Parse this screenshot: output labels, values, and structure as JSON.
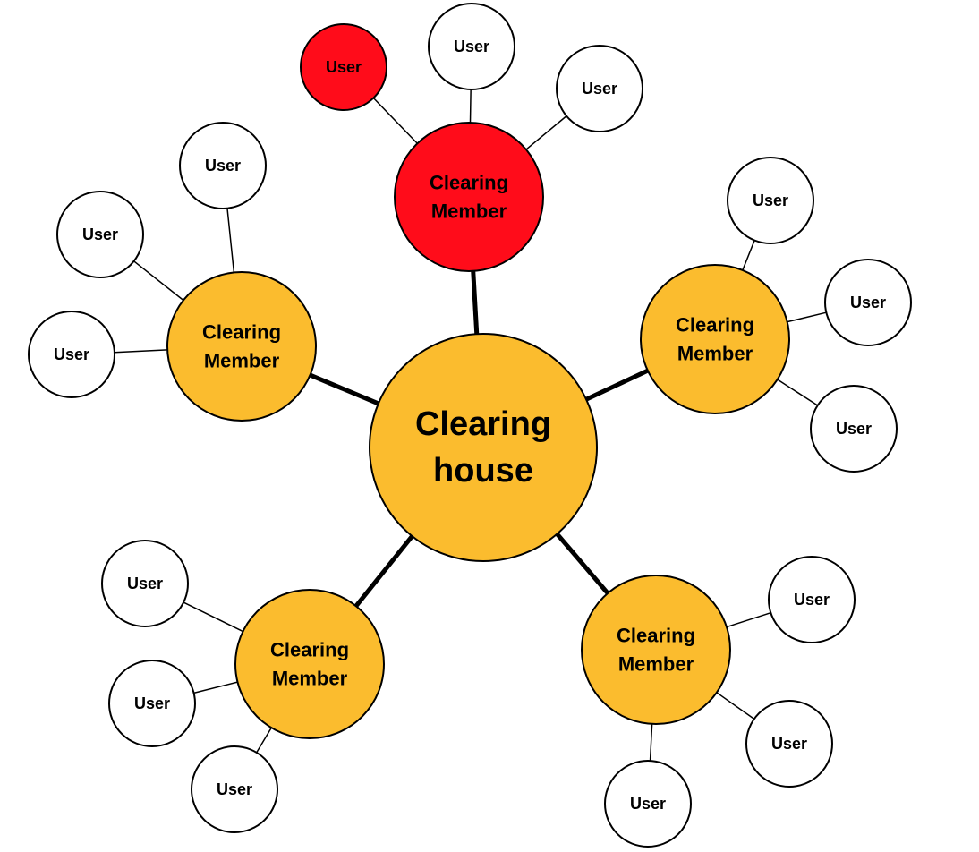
{
  "colors": {
    "hub_fill": "#FBBC2E",
    "member_fill": "#FBBC2E",
    "highlight_fill": "#FF0C1A",
    "user_fill": "#FFFFFF",
    "stroke": "#000000"
  },
  "hub": {
    "line1": "Clearing",
    "line2": "house"
  },
  "members": [
    {
      "line1": "Clearing",
      "line2": "Member",
      "highlight": true,
      "users": [
        {
          "label": "User",
          "highlight": true
        },
        {
          "label": "User",
          "highlight": false
        },
        {
          "label": "User",
          "highlight": false
        }
      ]
    },
    {
      "line1": "Clearing",
      "line2": "Member",
      "highlight": false,
      "users": [
        {
          "label": "User",
          "highlight": false
        },
        {
          "label": "User",
          "highlight": false
        },
        {
          "label": "User",
          "highlight": false
        }
      ]
    },
    {
      "line1": "Clearing",
      "line2": "Member",
      "highlight": false,
      "users": [
        {
          "label": "User",
          "highlight": false
        },
        {
          "label": "User",
          "highlight": false
        },
        {
          "label": "User",
          "highlight": false
        }
      ]
    },
    {
      "line1": "Clearing",
      "line2": "Member",
      "highlight": false,
      "users": [
        {
          "label": "User",
          "highlight": false
        },
        {
          "label": "User",
          "highlight": false
        },
        {
          "label": "User",
          "highlight": false
        }
      ]
    },
    {
      "line1": "Clearing",
      "line2": "Member",
      "highlight": false,
      "users": [
        {
          "label": "User",
          "highlight": false
        },
        {
          "label": "User",
          "highlight": false
        },
        {
          "label": "User",
          "highlight": false
        }
      ]
    }
  ]
}
